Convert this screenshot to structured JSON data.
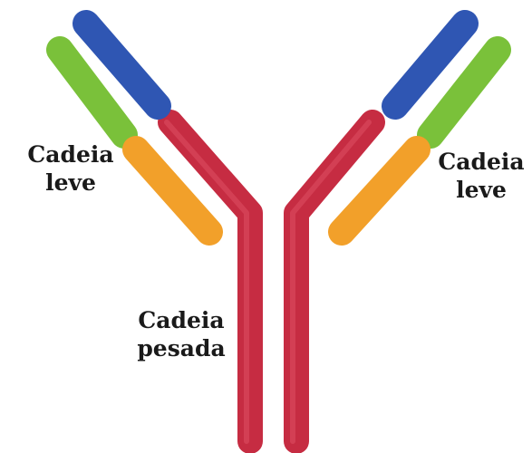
{
  "labels": {
    "light_chain_left": {
      "line1": "Cadeia",
      "line2": "leve"
    },
    "light_chain_right": {
      "line1": "Cadeia",
      "line2": "leve"
    },
    "heavy_chain": {
      "line1": "Cadeia",
      "line2": "pesada"
    }
  },
  "colors": {
    "heavy_chain": "#c62c42",
    "heavy_variable": "#2f56b3",
    "light_variable": "#7ac13a",
    "light_constant": "#f2a02a",
    "text": "#1a1a1a"
  }
}
